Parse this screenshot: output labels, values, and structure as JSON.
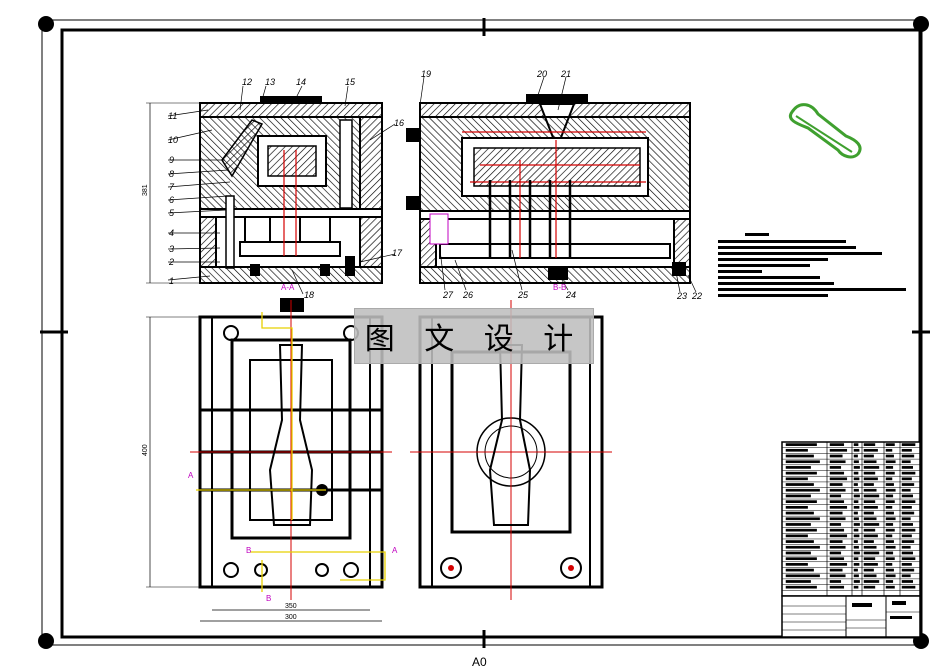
{
  "watermark": "图 文 设 计",
  "sheet_size": "A0",
  "part_numbers_left": [
    "1",
    "2",
    "3",
    "4",
    "5",
    "6",
    "7",
    "8",
    "9",
    "10",
    "11",
    "12",
    "13",
    "14",
    "15",
    "16",
    "17",
    "18"
  ],
  "part_numbers_right": [
    "19",
    "20",
    "21",
    "22",
    "23",
    "24",
    "25",
    "26",
    "27"
  ],
  "dimensions": {
    "front_height": "381",
    "plan_height": "400",
    "plan_width_inner": "350",
    "plan_width_outer": "300"
  },
  "section_letters": {
    "a": "A",
    "b": "B",
    "aa": "A-A",
    "bb": "B-B"
  },
  "colors": {
    "line": "#000000",
    "hatch": "#000000",
    "accent_red": "#d40000",
    "accent_yellow": "#e8d000",
    "accent_magenta": "#c000c0",
    "part_green": "#3fa02f"
  }
}
